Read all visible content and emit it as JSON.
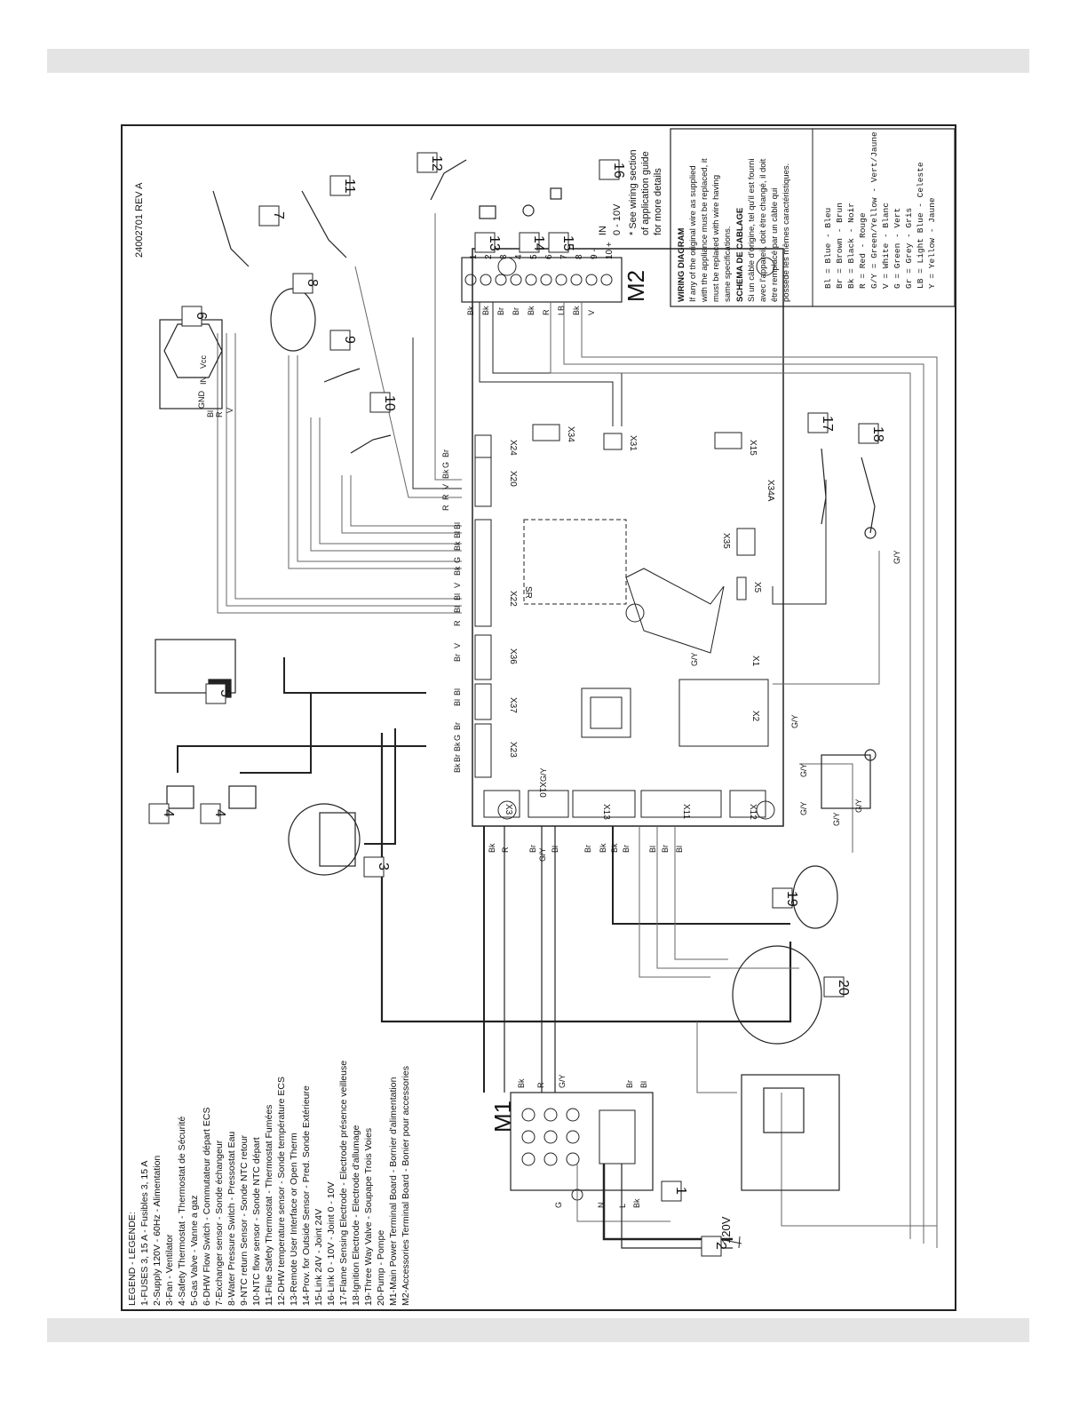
{
  "drawing_ref": "24002701 REV A",
  "legend": {
    "title": "LEGEND - LEGENDE:",
    "items": [
      "1-FUSES 3, 15 A - Fusibles 3, 15 A",
      "2-Supply 120V - 60Hz - Alimentation",
      "3-Fan - Ventilator",
      "4-Safety Thermostat - Thermostat de Sécurité",
      "5-Gas Valve - Vanne a gaz",
      "6-DHW Flow Switch - Commutateur départ ECS",
      "7-Exchanger sensor - Sonde échangeur",
      "8-Water Pressure Switch - Pressostat Eau",
      "9-NTC return Sensor - Sonde NTC retour",
      "10-NTC flow sensor - Sonde NTC départ",
      "11-Flue Safety Thermostat - Thermostat Fumées",
      "12-DHW temperature sensor - Sonde température ECS",
      "13-Remote User Interface or Open Therm",
      "14-Prov. for Outside Sensor - Pred. Sonde Extérieure",
      "15-Link 24V - Joint 24V",
      "16-Link 0 - 10V - Joint 0 - 10V",
      "17-Flame Sensing Electrode - Electrode présence veilleuse",
      "18-Ignition Electrode - Electrode d'allumage",
      "19-Three Way Valve - Soupape Trois Voies",
      "20-Pump - Pompe",
      "M1-Main Power Terminal Board - Bornier d'alimentation",
      "M2-Accessories Terminal Board - Bonier pour accessories"
    ]
  },
  "wiring_note": {
    "title_en": "WIRING DIAGRAM",
    "text_en": [
      "If any of the original wire as supplied",
      "with the appliance must be replaced, it",
      "must be replaced with wire having",
      "same specifications."
    ],
    "title_fr": "SCHEMA DE CABLAGE",
    "text_fr": [
      "Si un câble d'origine, tel qu'il est fourni",
      "avec l'appareil, doit être changé, il doit",
      "être remplacé par un câble qui",
      "posséde les mêmes caractéristiques."
    ]
  },
  "color_codes": [
    "Bl  = Blue - Bleu",
    "Br  = Brown - Brun",
    "Bk  = Black - Noir",
    "R   = Red - Rouge",
    "G/Y = Green/Yellow - Vert/Jaune",
    "V   = White - Blanc",
    "G   = Green - Vert",
    "Gr  = Grey - Gris",
    "LB  = Light Blue - Celeste",
    "Y   = Yellow - Jaune"
  ],
  "see_note": [
    "* See wiring section",
    "of application guide",
    "for more details"
  ],
  "terminal_m1": "M1",
  "terminal_m2": "M2",
  "supply_label": "120V",
  "m2_terminals": [
    "1",
    "2",
    "3",
    "4",
    "5",
    "6",
    "7",
    "8",
    "9 -",
    "10 +"
  ],
  "m2_wires": [
    "Bk",
    "Bk",
    "Br",
    "Br",
    "Bk",
    "R",
    "LB",
    "Bk",
    "V",
    ""
  ],
  "m2_signal_labels": [
    "IN",
    "0 - 10V"
  ],
  "component_numbers": [
    "1",
    "2",
    "3",
    "4",
    "4",
    "5",
    "6",
    "7",
    "8",
    "9",
    "10",
    "11",
    "12",
    "13",
    "14",
    "15",
    "16",
    "17",
    "18",
    "19",
    "20"
  ],
  "board_connectors": [
    "X3",
    "X10",
    "X13",
    "X11",
    "X12",
    "X23",
    "X37",
    "X36",
    "X22",
    "X20",
    "X24",
    "X34",
    "X31",
    "X15",
    "X34A",
    "X35",
    "X5",
    "X1",
    "X2",
    "SR"
  ],
  "wire_labels": {
    "x22": [
      "Bl",
      "Bl",
      "V",
      "Bk",
      "G",
      "Bk",
      "Bl",
      "Bl",
      "R"
    ],
    "x20": [
      "R",
      "R",
      "V",
      "Bk",
      "G",
      "Br"
    ],
    "x23": [
      "Bk",
      "Br",
      "Bk",
      "G",
      "Br"
    ],
    "x37": [
      "Bl",
      "Bl"
    ],
    "x36": [
      "Br",
      "V"
    ],
    "lower": [
      "Bk",
      "R",
      "Br",
      "G/Y",
      "Bl",
      "Br",
      "Bk",
      "Bk",
      "Br",
      "Bl",
      "Br",
      "Bl"
    ],
    "m1": [
      "Bk",
      "R",
      "G/Y",
      "Br",
      "Bl",
      "N",
      "L",
      "G",
      "Bk"
    ],
    "flow_switch": [
      "GND",
      "IN",
      "Vcc",
      "V",
      "R",
      "Bl"
    ],
    "earth": [
      "G/Y",
      "G/Y",
      "G/Y",
      "G/Y",
      "G/Y",
      "G/Y",
      "G/Y",
      "G/Y"
    ]
  }
}
